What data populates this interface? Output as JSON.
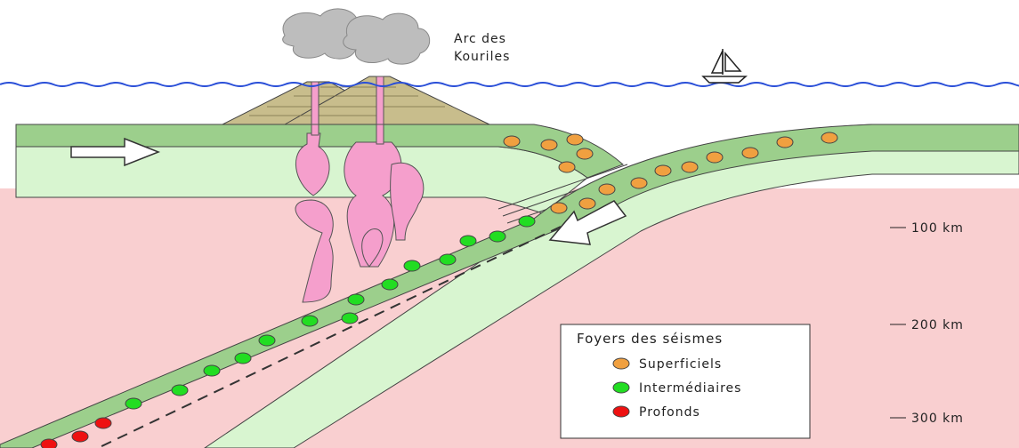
{
  "title": {
    "line1": "Arc des",
    "line2": "Kouriles"
  },
  "depth_labels": {
    "d100": "100 km",
    "d200": "200 km",
    "d300": "300 km"
  },
  "legend": {
    "title": "Foyers des séismes",
    "items": [
      {
        "label": "Superficiels",
        "color": "#f0a040"
      },
      {
        "label": "Intermédiaires",
        "color": "#22dd22"
      },
      {
        "label": "Profonds",
        "color": "#ee1111"
      }
    ]
  },
  "colors": {
    "mantle": "#f9cfd0",
    "lithosphere": "#d8f5d0",
    "crust": "#9ccf8c",
    "ocean_line": "#2a4fd8",
    "volcano": "#c8bd8c",
    "magma": "#f59fcc",
    "smoke": "#bdbdbd"
  },
  "icons": [
    "sailboat-icon",
    "plate-motion-arrow-icon",
    "volcano-icon"
  ]
}
